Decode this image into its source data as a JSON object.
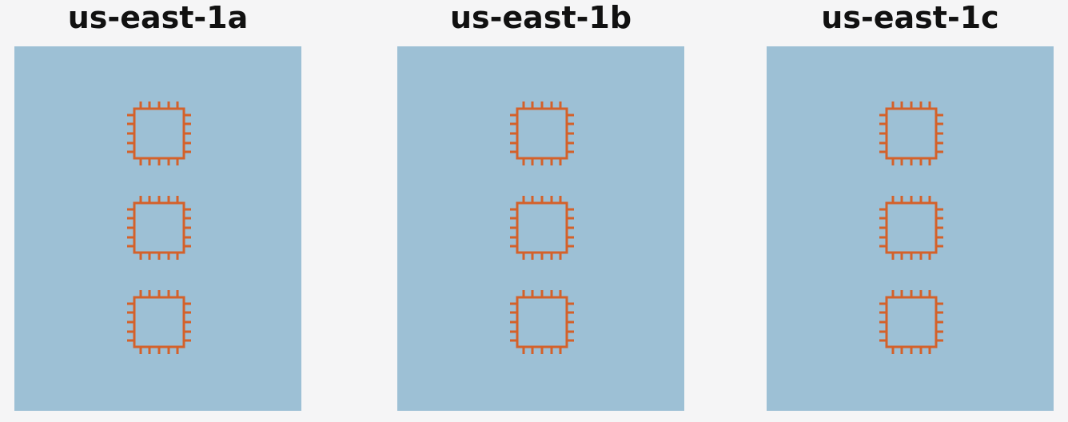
{
  "colors": {
    "background": "#f5f5f6",
    "zone_fill": "#9dc0d5",
    "chip_stroke": "#d4612a",
    "label_text": "#111111"
  },
  "zones": [
    {
      "label": "us-east-1a",
      "instances": [
        "chip-icon",
        "chip-icon",
        "chip-icon"
      ]
    },
    {
      "label": "us-east-1b",
      "instances": [
        "chip-icon",
        "chip-icon",
        "chip-icon"
      ]
    },
    {
      "label": "us-east-1c",
      "instances": [
        "chip-icon",
        "chip-icon",
        "chip-icon"
      ]
    }
  ]
}
